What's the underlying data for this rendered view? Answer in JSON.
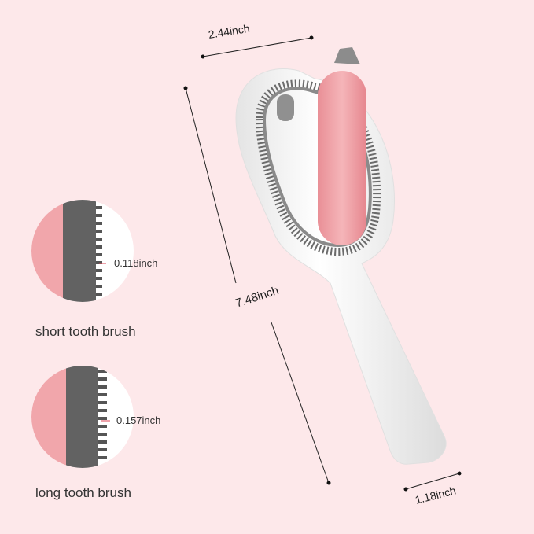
{
  "colors": {
    "background": "#fde8ea",
    "handle": "#f6f6f6",
    "bristle": "#6b6b6b",
    "roller": "#f0a3a8"
  },
  "dimensions": {
    "width": "2.44inch",
    "height": "7.48inch",
    "handle_width": "1.18inch"
  },
  "details": [
    {
      "tooth_length": "0.118inch",
      "caption": "short tooth brush"
    },
    {
      "tooth_length": "0.157inch",
      "caption": "long tooth brush"
    }
  ]
}
